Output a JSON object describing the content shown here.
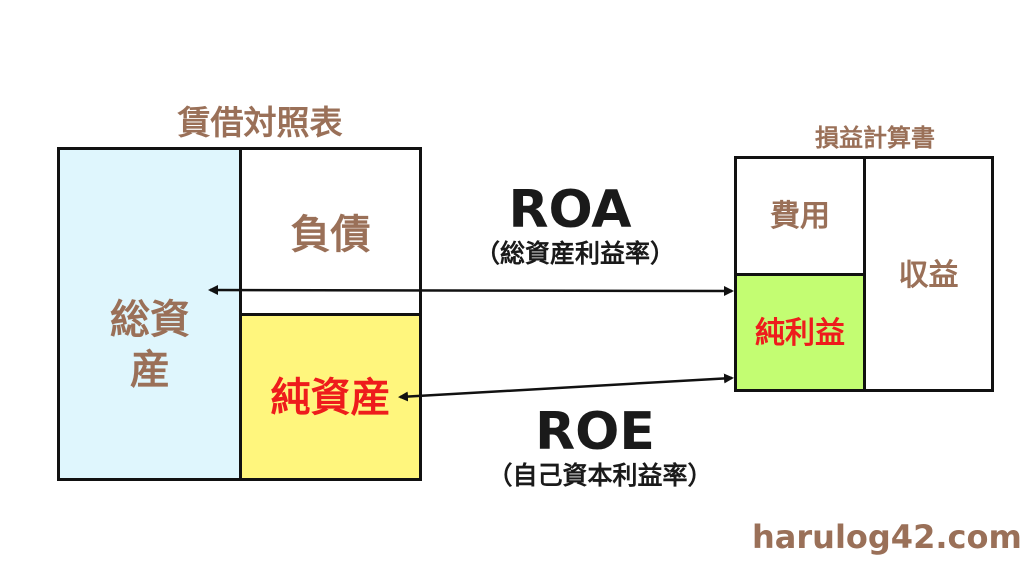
{
  "balance_sheet": {
    "title": "賃借対照表",
    "total_assets": "総資\n産",
    "total_assets_line1": "総資",
    "total_assets_line2": "産",
    "liabilities": "負債",
    "net_assets": "純資産",
    "colors": {
      "total_assets_fill": "#dff6fd",
      "liabilities_fill": "#ffffff",
      "net_assets_fill": "#fff67d"
    }
  },
  "income_statement": {
    "title": "損益計算書",
    "expenses": "費用",
    "revenue": "収益",
    "net_income": "純利益",
    "colors": {
      "net_income_fill": "#c3fd72"
    }
  },
  "metrics": {
    "roa": {
      "name": "ROA",
      "description": "（総資産利益率）"
    },
    "roe": {
      "name": "ROE",
      "description": "（自己資本利益率）"
    }
  },
  "colors": {
    "label_brown": "#9a7058",
    "highlight_red": "#ee1c1c",
    "border": "#111111"
  },
  "footer": {
    "site": "harulog42.com"
  }
}
